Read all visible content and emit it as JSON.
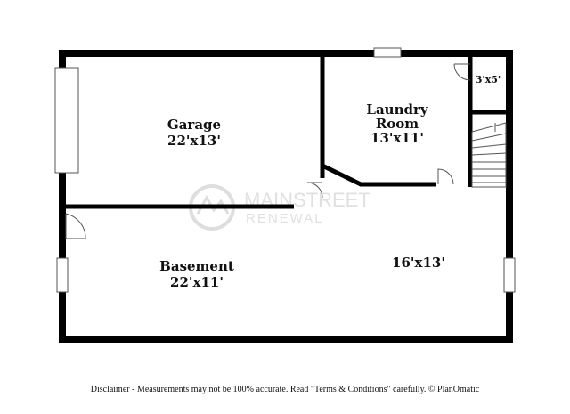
{
  "rooms": {
    "garage": {
      "name": "Garage",
      "dims": "22'x13'"
    },
    "laundry": {
      "name_line1": "Laundry",
      "name_line2": "Room",
      "dims": "13'x11'"
    },
    "closet": {
      "dims": "3'x5'"
    },
    "basement": {
      "name": "Basement",
      "dims": "22'x11'"
    },
    "right_area": {
      "dims": "16'x13'"
    }
  },
  "watermark": {
    "line1": "MAINSTREET",
    "line2": "RENEWAL"
  },
  "disclaimer": "Disclaimer - Measurements may not be 100% accurate. Read \"Terms & Conditions\" carefully. © PlanOmatic",
  "colors": {
    "wall": "#000000",
    "background": "#ffffff",
    "watermark": "#d9d9d9"
  }
}
